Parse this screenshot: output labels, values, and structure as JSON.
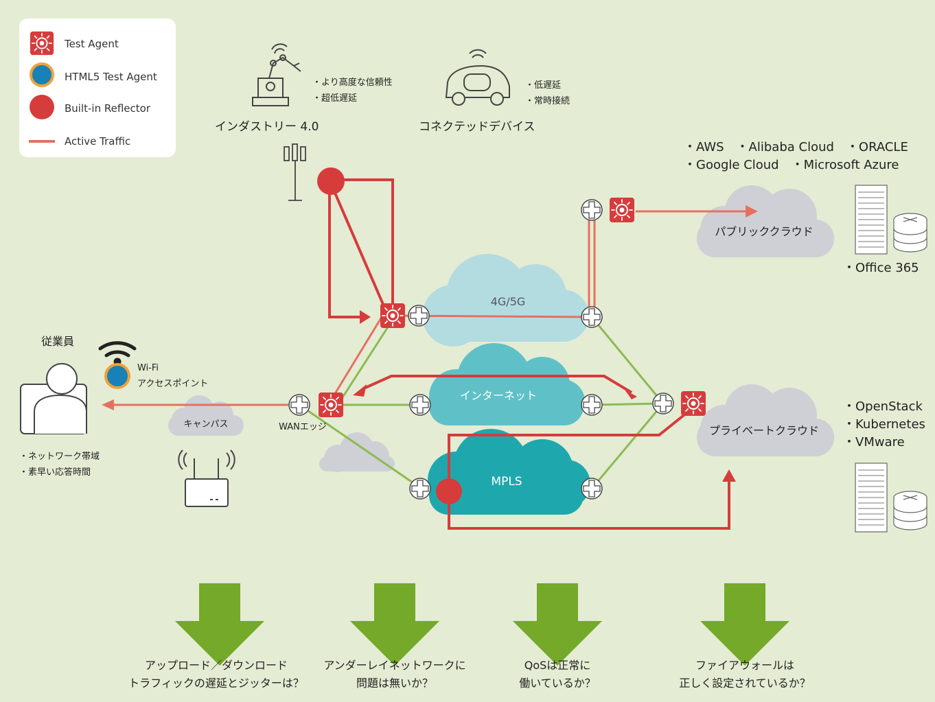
{
  "legend": {
    "test_agent": "Test Agent",
    "html5_agent": "HTML5 Test Agent",
    "reflector": "Built-in Reflector",
    "active_traffic": "Active Traffic"
  },
  "industry": {
    "title": "インダストリー 4.0",
    "bullets": [
      "・より高度な信頼性",
      "・超低遅延"
    ]
  },
  "connected": {
    "title": "コネクテッドデバイス",
    "bullets": [
      "・低遅延",
      "・常時接続"
    ]
  },
  "public_cloud": {
    "label": "パブリッククラウド",
    "providers_line1": "・AWS　・Alibaba Cloud　・ORACLE",
    "providers_line2": "・Google Cloud　・Microsoft Azure",
    "office": "・Office 365"
  },
  "private_cloud": {
    "label": "プライベートクラウド",
    "items": [
      "・OpenStack",
      "・Kubernetes",
      "・VMware"
    ]
  },
  "networks": {
    "lte": "4G/5G",
    "internet": "インターネット",
    "mpls": "MPLS"
  },
  "employee": {
    "title": "従業員",
    "bullets": [
      "・ネットワーク帯域",
      "・素早い応答時間"
    ]
  },
  "wifi": {
    "line1": "Wi-Fi",
    "line2": "アクセスポイント"
  },
  "campus": "キャンパス",
  "wan_edge": "WANエッジ",
  "questions": [
    {
      "line1": "アップロード／ダウンロード",
      "line2": "トラフィックの遅延とジッターは？"
    },
    {
      "line1": "アンダーレイネットワークに",
      "line2": "問題は無いか？"
    },
    {
      "line1": "QoSは正常に",
      "line2": "働いているか？"
    },
    {
      "line1": "ファイアウォールは",
      "line2": "正しく設定されているか？"
    }
  ],
  "colors": {
    "background": "#e4ecd3",
    "reflector_red": "#d63c3c",
    "active_traffic": "#e57062",
    "green_link": "#8cba52",
    "arrow_green": "#74a929",
    "cloud_4g": "#b3dce0",
    "cloud_internet": "#5fc1c7",
    "cloud_mpls": "#1ea8ad",
    "cloud_grey": "#cfd0d6"
  }
}
